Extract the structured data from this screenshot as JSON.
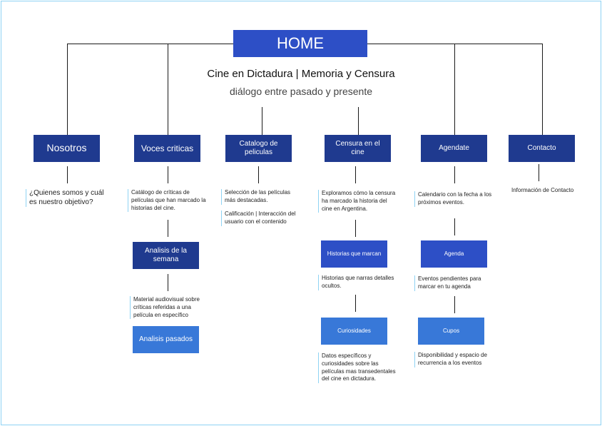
{
  "home": {
    "title": "HOME",
    "subtitle": "Cine en Dictadura | Memoria y Censura",
    "tagline": "diálogo entre pasado y presente"
  },
  "sections": {
    "nosotros": {
      "label": "Nosotros",
      "desc": "¿Quienes somos y cuál es nuestro objetivo?"
    },
    "voces": {
      "label": "Voces criticas",
      "desc": "Catálogo de críticas de películas que han marcado la historias del cine.",
      "analisis": {
        "label": "Analisis de la semana",
        "desc": "Material audiovisual sobre críticas referidas a una película en específico"
      },
      "pasados": {
        "label": "Analisis pasados"
      }
    },
    "catalogo": {
      "label": "Catalogo de peliculas",
      "desc1": "Selección de las películas más destacadas.",
      "desc2": "Calificación | Interacción del usuario con el contenido"
    },
    "censura": {
      "label": "Censura en el cine",
      "desc": "Exploramos cómo la censura ha marcado la historia del cine en Argentina.",
      "historias": {
        "label": "Historias que marcan",
        "desc": "Historias que narras detalles ocultos."
      },
      "curiosidades": {
        "label": "Curiosidades",
        "desc": "Datos específicos y curiosidades sobre las películas mas transedentales del cine en dictadura."
      }
    },
    "agendate": {
      "label": "Agendate",
      "desc": "Calendario con la fecha a los próximos eventos.",
      "agenda": {
        "label": "Agenda",
        "desc": "Eventos pendientes para marcar en tu agenda"
      },
      "cupos": {
        "label": "Cupos",
        "desc": "Disponibilidad y espacio de recurrencia a los eventos"
      }
    },
    "contacto": {
      "label": "Contacto",
      "desc": "Información de Contacto"
    }
  },
  "colors": {
    "dark_box": "#1f3a8f",
    "medium_box": "#2d4fc6",
    "light_box": "#3878d8",
    "accent_bar": "#8fd3f4"
  }
}
